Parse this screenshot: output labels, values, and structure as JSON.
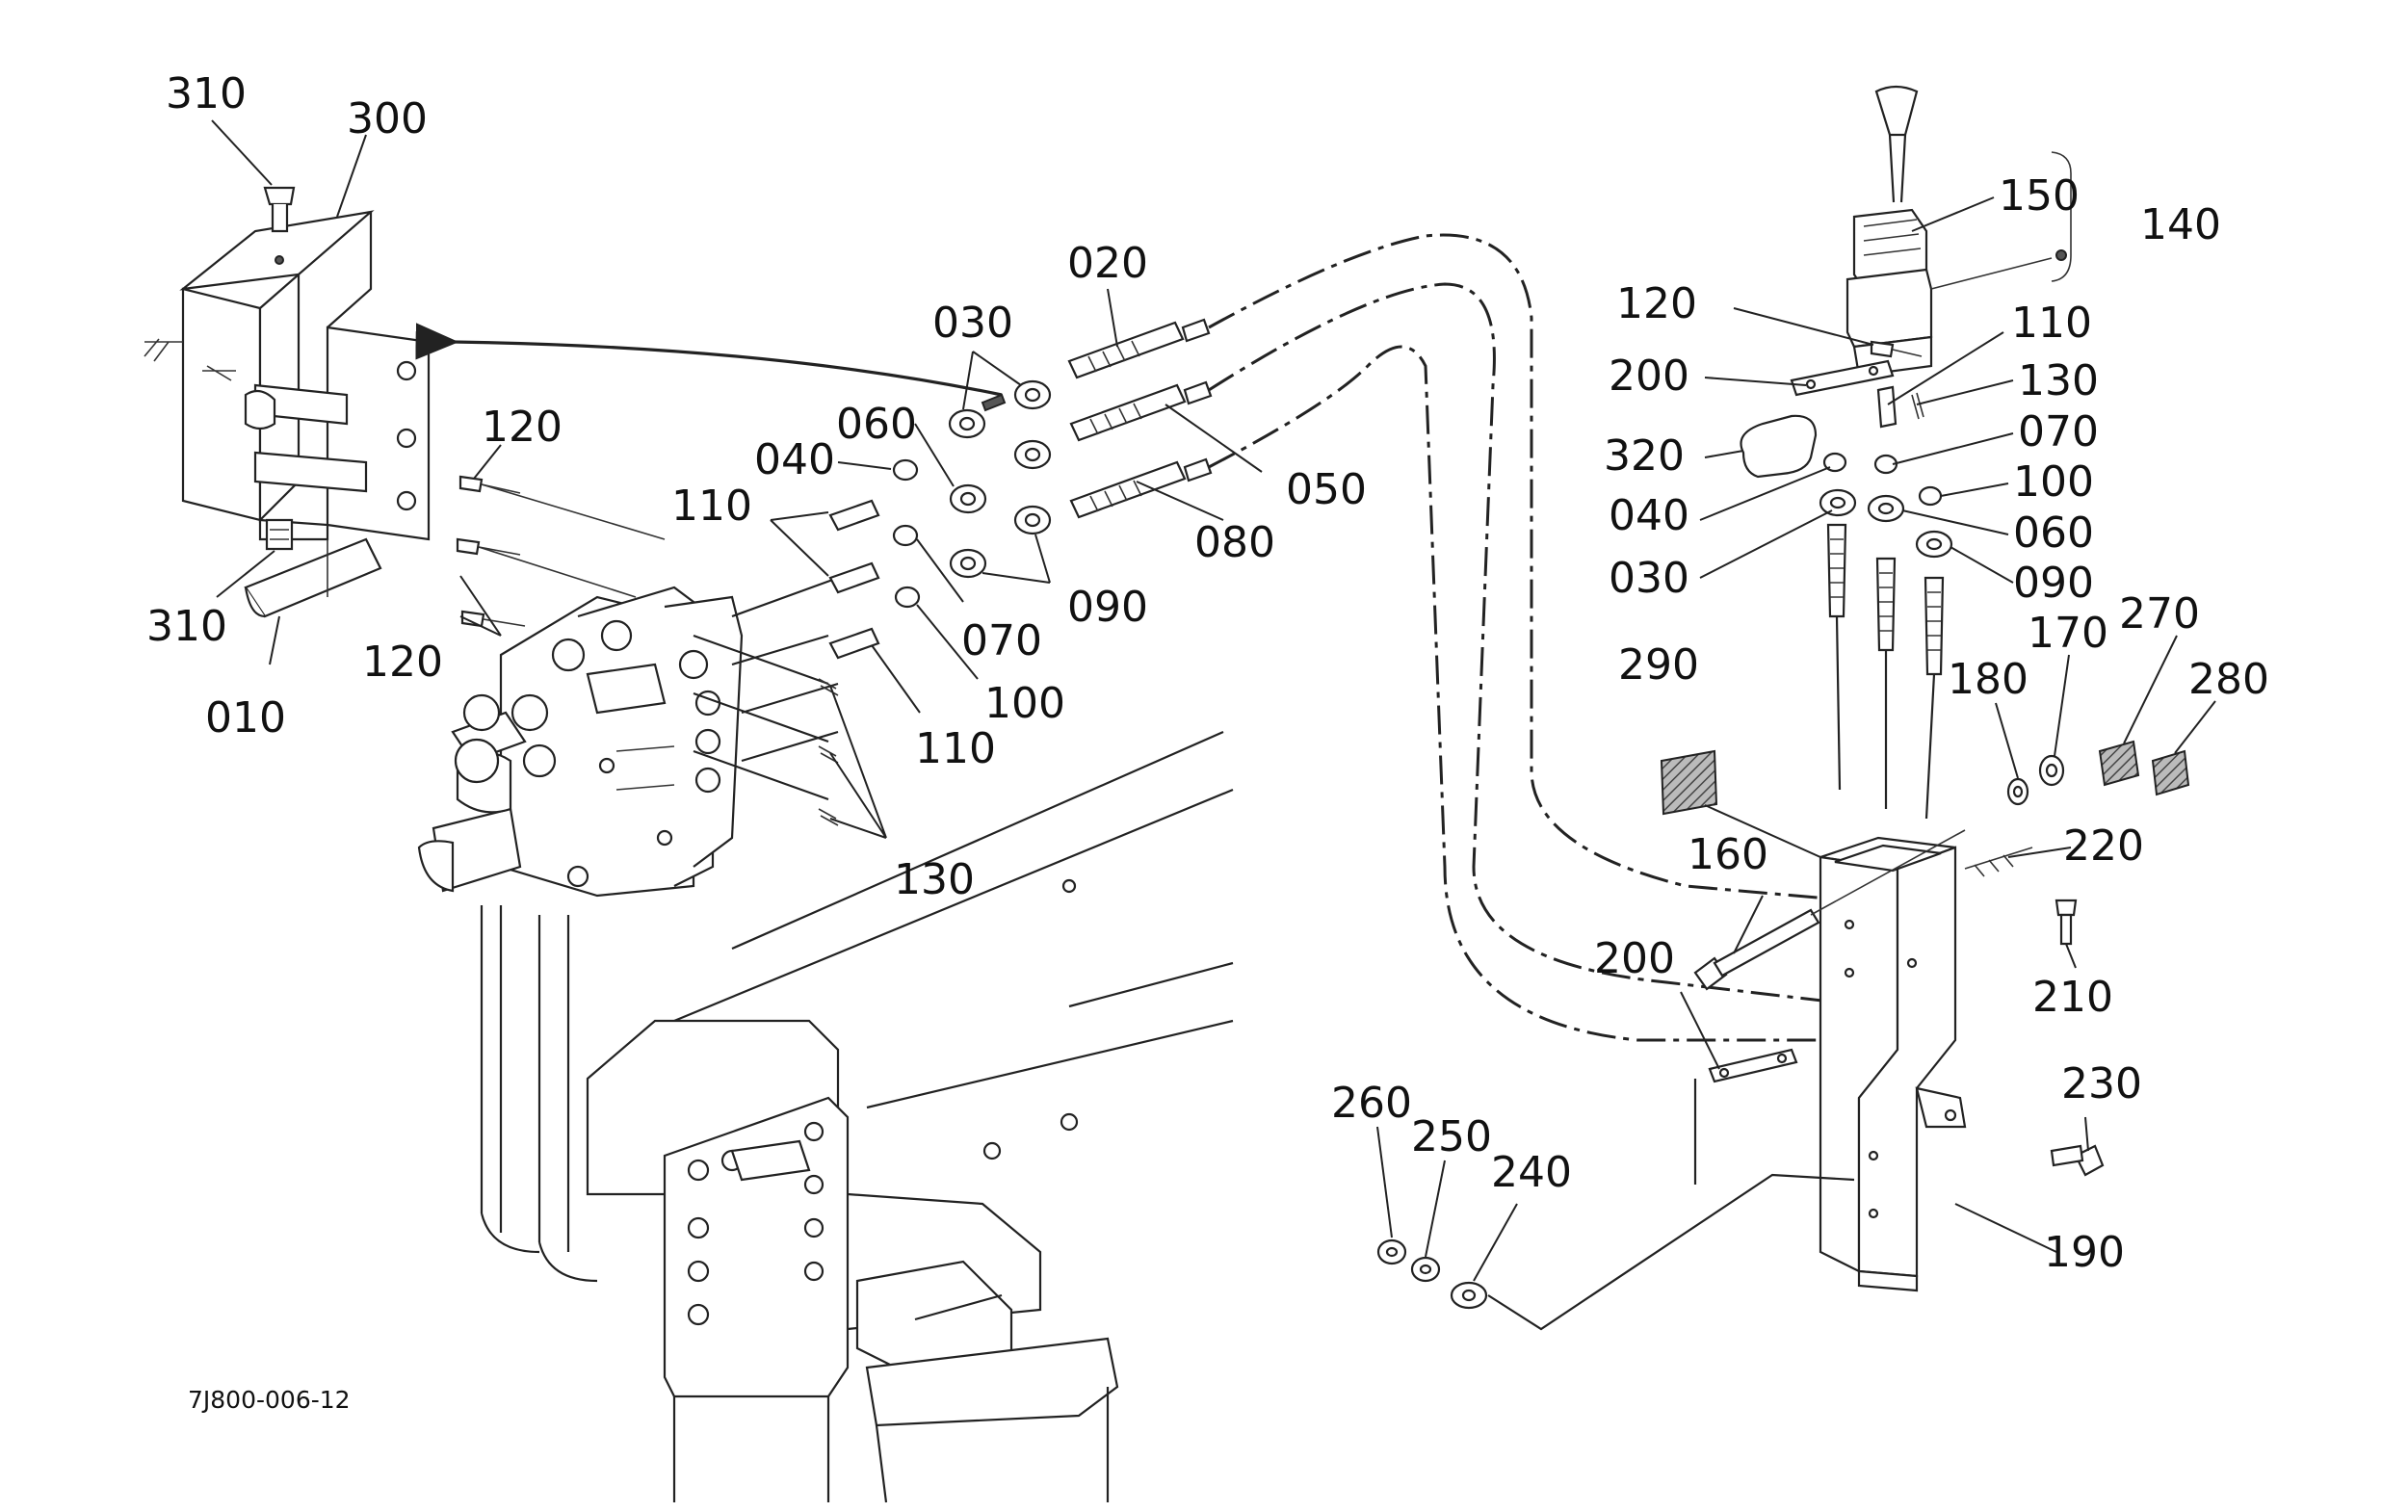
{
  "callouts": [
    {
      "id": "c310a",
      "text": "310"
    },
    {
      "id": "c300",
      "text": "300"
    },
    {
      "id": "c310b",
      "text": "310"
    },
    {
      "id": "c010",
      "text": "010"
    },
    {
      "id": "c120a",
      "text": "120"
    },
    {
      "id": "c120b",
      "text": "120"
    },
    {
      "id": "c110a",
      "text": "110"
    },
    {
      "id": "c040a",
      "text": "040"
    },
    {
      "id": "c060a",
      "text": "060"
    },
    {
      "id": "c030a",
      "text": "030"
    },
    {
      "id": "c020",
      "text": "020"
    },
    {
      "id": "c050",
      "text": "050"
    },
    {
      "id": "c080",
      "text": "080"
    },
    {
      "id": "c090a",
      "text": "090"
    },
    {
      "id": "c070a",
      "text": "070"
    },
    {
      "id": "c100a",
      "text": "100"
    },
    {
      "id": "c110b",
      "text": "110"
    },
    {
      "id": "c130a",
      "text": "130"
    },
    {
      "id": "c150",
      "text": "150"
    },
    {
      "id": "c140",
      "text": "140"
    },
    {
      "id": "c120c",
      "text": "120"
    },
    {
      "id": "c110c",
      "text": "110"
    },
    {
      "id": "c200a",
      "text": "200"
    },
    {
      "id": "c130b",
      "text": "130"
    },
    {
      "id": "c320",
      "text": "320"
    },
    {
      "id": "c070b",
      "text": "070"
    },
    {
      "id": "c040b",
      "text": "040"
    },
    {
      "id": "c100b",
      "text": "100"
    },
    {
      "id": "c030b",
      "text": "030"
    },
    {
      "id": "c060b",
      "text": "060"
    },
    {
      "id": "c090b",
      "text": "090"
    },
    {
      "id": "c290",
      "text": "290"
    },
    {
      "id": "c170",
      "text": "170"
    },
    {
      "id": "c270",
      "text": "270"
    },
    {
      "id": "c180",
      "text": "180"
    },
    {
      "id": "c280",
      "text": "280"
    },
    {
      "id": "c160",
      "text": "160"
    },
    {
      "id": "c220",
      "text": "220"
    },
    {
      "id": "c200b",
      "text": "200"
    },
    {
      "id": "c210",
      "text": "210"
    },
    {
      "id": "c230",
      "text": "230"
    },
    {
      "id": "c260",
      "text": "260"
    },
    {
      "id": "c250",
      "text": "250"
    },
    {
      "id": "c240",
      "text": "240"
    },
    {
      "id": "c190",
      "text": "190"
    }
  ],
  "figure_code": "7J800-006-12"
}
